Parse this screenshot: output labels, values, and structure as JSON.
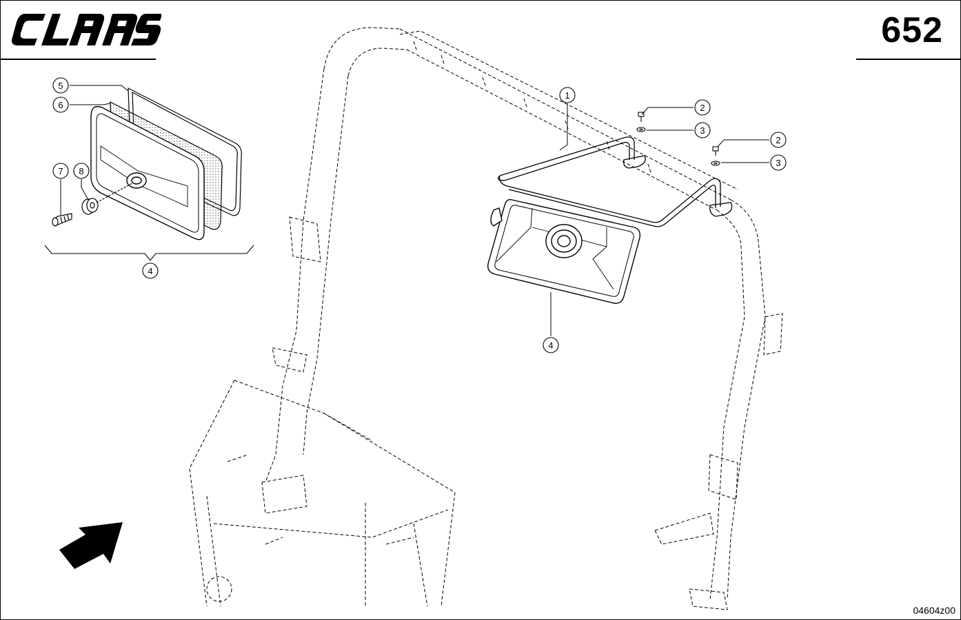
{
  "header": {
    "brand": "CLAAS",
    "page_number": "652"
  },
  "footer": {
    "drawing_code": "04604z00"
  },
  "callouts": [
    {
      "id": "c1",
      "label": "1"
    },
    {
      "id": "c2a",
      "label": "2"
    },
    {
      "id": "c3a",
      "label": "3"
    },
    {
      "id": "c2b",
      "label": "2"
    },
    {
      "id": "c3b",
      "label": "3"
    },
    {
      "id": "c4main",
      "label": "4"
    },
    {
      "id": "c4inset",
      "label": "4"
    },
    {
      "id": "c5",
      "label": "5"
    },
    {
      "id": "c6",
      "label": "6"
    },
    {
      "id": "c7",
      "label": "7"
    },
    {
      "id": "c8",
      "label": "8"
    }
  ]
}
